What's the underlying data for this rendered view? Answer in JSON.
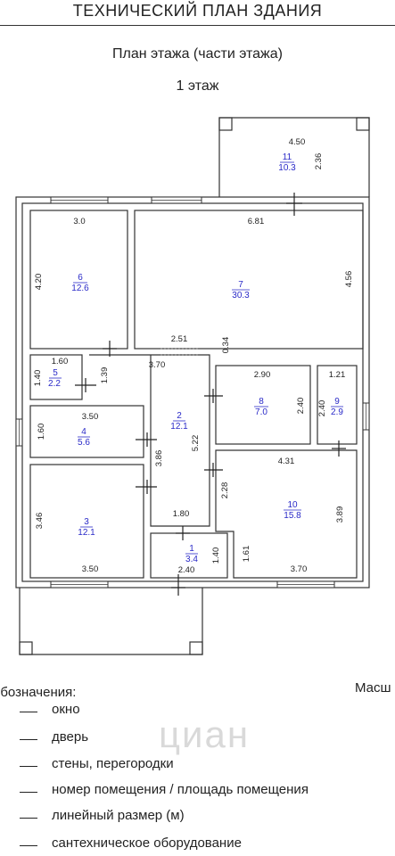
{
  "header": {
    "title": "ТЕХНИЧЕСКИЙ ПЛАН ЗДАНИЯ",
    "plan_title": "План этажа (части этажа)",
    "floor": "1 этаж"
  },
  "rooms": [
    {
      "id": "r11",
      "number": "11",
      "area": "10.3",
      "w": "4.50",
      "h": "2.36"
    },
    {
      "id": "r6",
      "number": "6",
      "area": "12.6",
      "w": "3.0",
      "h": "4.20"
    },
    {
      "id": "r7",
      "number": "7",
      "area": "30.3",
      "w": "6.81",
      "h": "4.56",
      "extra1": "2.51",
      "extra2": "0.34"
    },
    {
      "id": "r5",
      "number": "5",
      "area": "2.2",
      "w": "1.60",
      "h": "1.40"
    },
    {
      "id": "r8",
      "number": "8",
      "area": "7.0",
      "w": "2.90",
      "h": "2.40"
    },
    {
      "id": "r9",
      "number": "9",
      "area": "2.9",
      "w": "1.21",
      "h": "2.40"
    },
    {
      "id": "r2",
      "number": "2",
      "area": "12.1",
      "w": "3.70",
      "h": "5.22",
      "extra1": "1.39",
      "extra2": "3.86"
    },
    {
      "id": "r4",
      "number": "4",
      "area": "5.6",
      "w": "3.50",
      "h": "1.60"
    },
    {
      "id": "r10",
      "number": "10",
      "area": "15.8",
      "w": "4.31",
      "h": "3.89",
      "extra1": "2.28",
      "extra2": "1.61",
      "extra3": "3.70"
    },
    {
      "id": "r3",
      "number": "3",
      "area": "12.1",
      "w": "3.50",
      "h": "3.46"
    },
    {
      "id": "r1",
      "number": "1",
      "area": "3.4",
      "w": "1.80",
      "h": "1.40",
      "extra1": "2.40"
    }
  ],
  "legend": {
    "heading": "обозначения:",
    "scale_label": "Масш",
    "items": [
      "окно",
      "дверь",
      "стены, перегородки",
      "номер помещения / площадь помещения",
      "линейный размер (м)",
      "сантехническое оборудование"
    ]
  },
  "watermark": "циан"
}
